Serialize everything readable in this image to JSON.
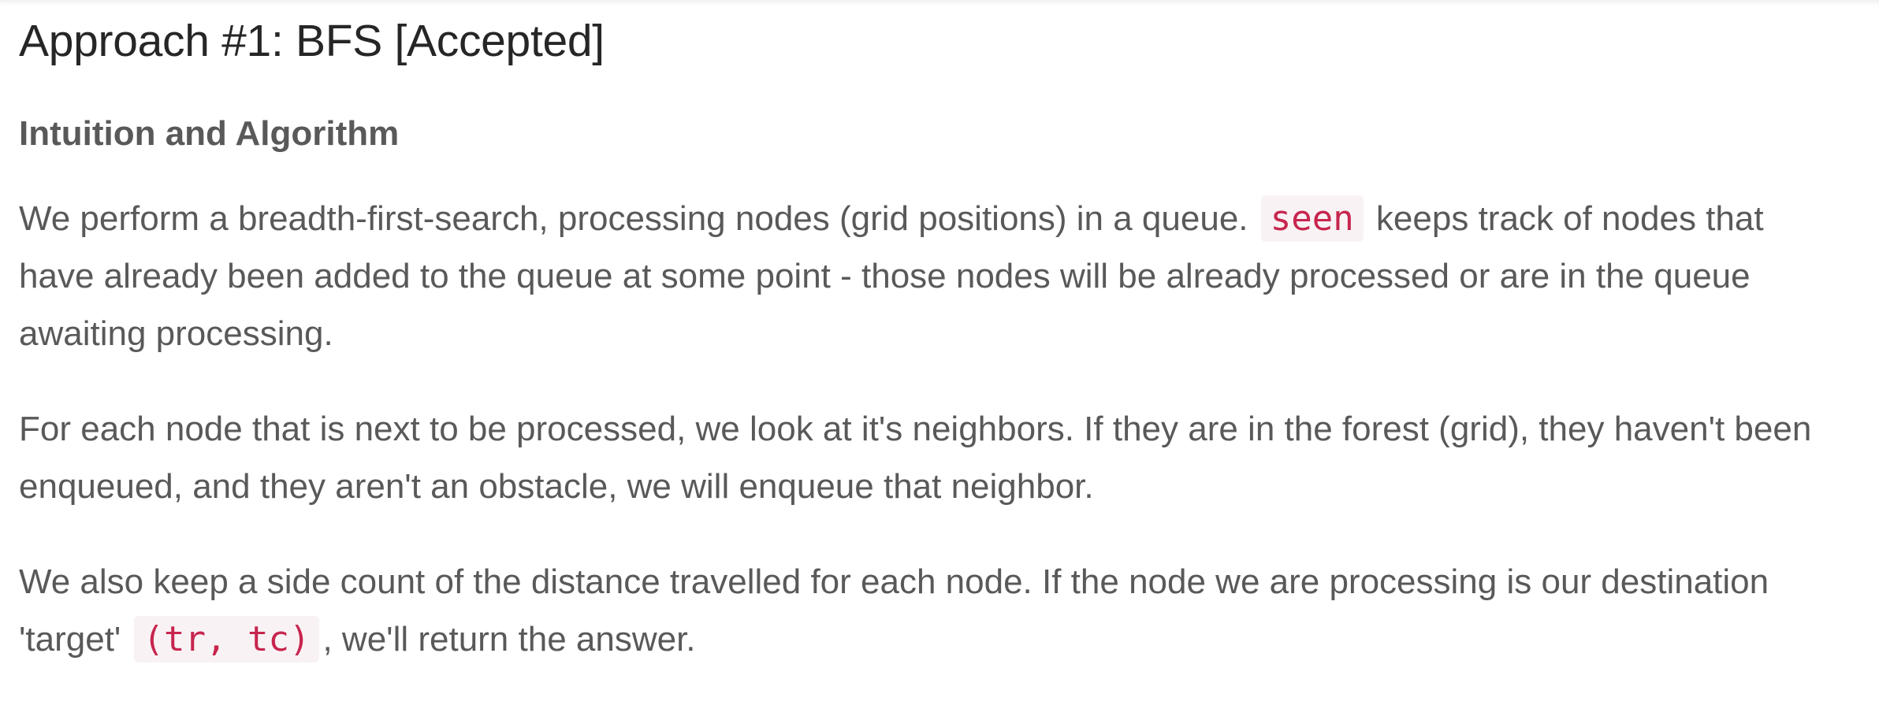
{
  "article": {
    "title": "Approach #1: BFS [Accepted]",
    "subtitle": "Intuition and Algorithm",
    "p1_before": "We perform a breadth-first-search, processing nodes (grid positions) in a queue. ",
    "p1_code": "seen",
    "p1_after": " keeps track of nodes that have already been added to the queue at some point - those nodes will be already processed or are in the queue awaiting processing.",
    "p2": "For each node that is next to be processed, we look at it's neighbors. If they are in the forest (grid), they haven't been enqueued, and they aren't an obstacle, we will enqueue that neighbor.",
    "p3_before": "We also keep a side count of the distance travelled for each node. If the node we are processing is our destination 'target' ",
    "p3_code": "(tr, tc)",
    "p3_after": ", we'll return the answer."
  },
  "colors": {
    "heading": "#262626",
    "body_text": "#595959",
    "code_text": "#c7254e",
    "code_background": "#f9f2f4"
  }
}
